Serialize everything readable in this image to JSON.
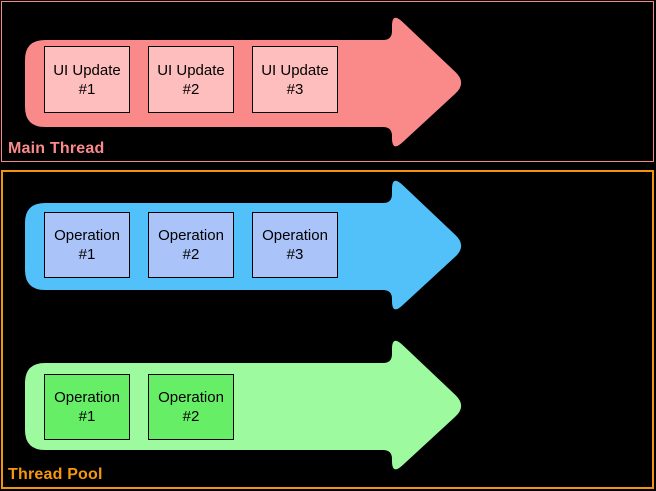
{
  "sections": [
    {
      "label": "Main Thread",
      "label_color": "#fc8a8c",
      "border_color": "#f5898c",
      "arrows": [
        {
          "fill": "#fa8a8a",
          "box_fill": "#ffbebe",
          "boxes": [
            "UI Update\n#1",
            "UI Update\n#2",
            "UI Update\n#3"
          ]
        }
      ]
    },
    {
      "label": "Thread Pool",
      "label_color": "#f6970f",
      "border_color": "#f2930d",
      "arrows": [
        {
          "fill": "#52c1f9",
          "box_fill": "#aac3f8",
          "boxes": [
            "Operation\n#1",
            "Operation\n#2",
            "Operation\n#3"
          ]
        },
        {
          "fill": "#9efa9e",
          "box_fill": "#66ee66",
          "boxes": [
            "Operation\n#1",
            "Operation\n#2"
          ]
        }
      ]
    }
  ],
  "colors": {
    "background": "#000000",
    "box_border": "#000000",
    "box_text": "#000000"
  }
}
